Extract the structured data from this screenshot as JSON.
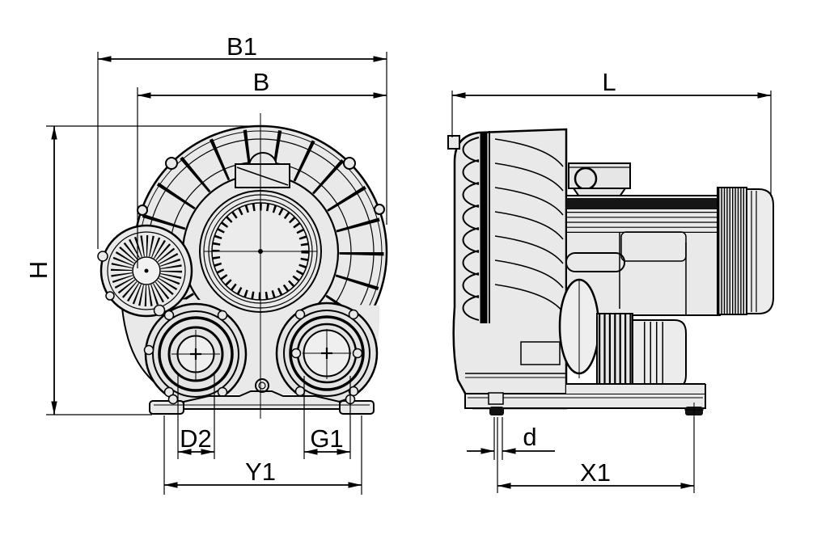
{
  "drawing": {
    "kind": "technical dimension drawing",
    "subject": "side channel blower, front view and side view",
    "background_color": "#ffffff",
    "line_color": "#000000",
    "body_fill_color": "#e9e9e9"
  },
  "views": {
    "front": {
      "name": "front view"
    },
    "side": {
      "name": "side view"
    }
  },
  "dims": {
    "b1": {
      "label": "B1",
      "view": "front",
      "orientation": "horizontal",
      "measures": "overall width incl. fan cover"
    },
    "b": {
      "label": "B",
      "view": "front",
      "orientation": "horizontal",
      "measures": "housing width"
    },
    "h": {
      "label": "H",
      "view": "front",
      "orientation": "vertical",
      "measures": "overall height"
    },
    "d2": {
      "label": "D2",
      "view": "front",
      "orientation": "horizontal",
      "measures": "left port bore"
    },
    "g1": {
      "label": "G1",
      "view": "front",
      "orientation": "horizontal",
      "measures": "right port bore"
    },
    "y1": {
      "label": "Y1",
      "view": "front",
      "orientation": "horizontal",
      "measures": "foot hole spacing (front)"
    },
    "l": {
      "label": "L",
      "view": "side",
      "orientation": "horizontal",
      "measures": "overall length"
    },
    "d": {
      "label": "d",
      "view": "side",
      "orientation": "horizontal",
      "measures": "mounting hole diameter"
    },
    "x1": {
      "label": "X1",
      "view": "side",
      "orientation": "horizontal",
      "measures": "foot hole spacing (side)"
    }
  }
}
